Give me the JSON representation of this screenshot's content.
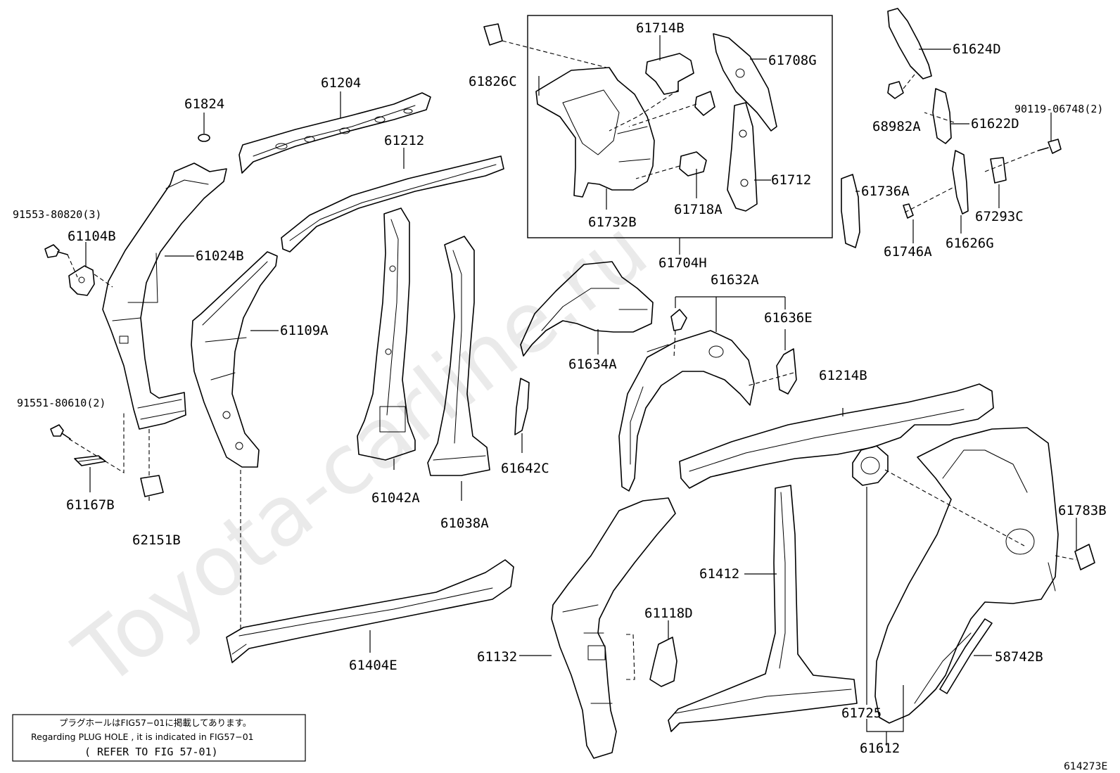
{
  "watermark": "Toyota-carline.ru",
  "labels": {
    "p61204": "61204",
    "p61824": "61824",
    "p61212": "61212",
    "p61826C": "61826C",
    "p61714B": "61714B",
    "p61708G": "61708G",
    "p61624D": "61624D",
    "p90119": "90119-06748(2)",
    "p68982A": "68982A",
    "p61622D": "61622D",
    "p91553": "91553-80820(3)",
    "p61104B": "61104B",
    "p61024B": "61024B",
    "p61109A": "61109A",
    "p61732B": "61732B",
    "p61718A": "61718A",
    "p61712": "61712",
    "p61736A": "61736A",
    "p67293C": "67293C",
    "p61746A": "61746A",
    "p61626G": "61626G",
    "p61704H": "61704H",
    "p61632A": "61632A",
    "p61636E": "61636E",
    "p61634A": "61634A",
    "p91551": "91551-80610(2)",
    "p61214B": "61214B",
    "p61642C": "61642C",
    "p61042A": "61042A",
    "p61038A": "61038A",
    "p61167B": "61167B",
    "p62151B": "62151B",
    "p61783B": "61783B",
    "p61412": "61412",
    "p61118D": "61118D",
    "p61132": "61132",
    "p61404E": "61404E",
    "p58742B": "58742B",
    "p61725": "61725",
    "p61612": "61612"
  },
  "note": {
    "line1": "プラグホールはFIG57−01に掲載してあります。",
    "line2": "Regarding PLUG HOLE , it is indicated in FIG57−01",
    "line3": "( REFER TO FIG 57-01)"
  },
  "figure_code": "614273E"
}
